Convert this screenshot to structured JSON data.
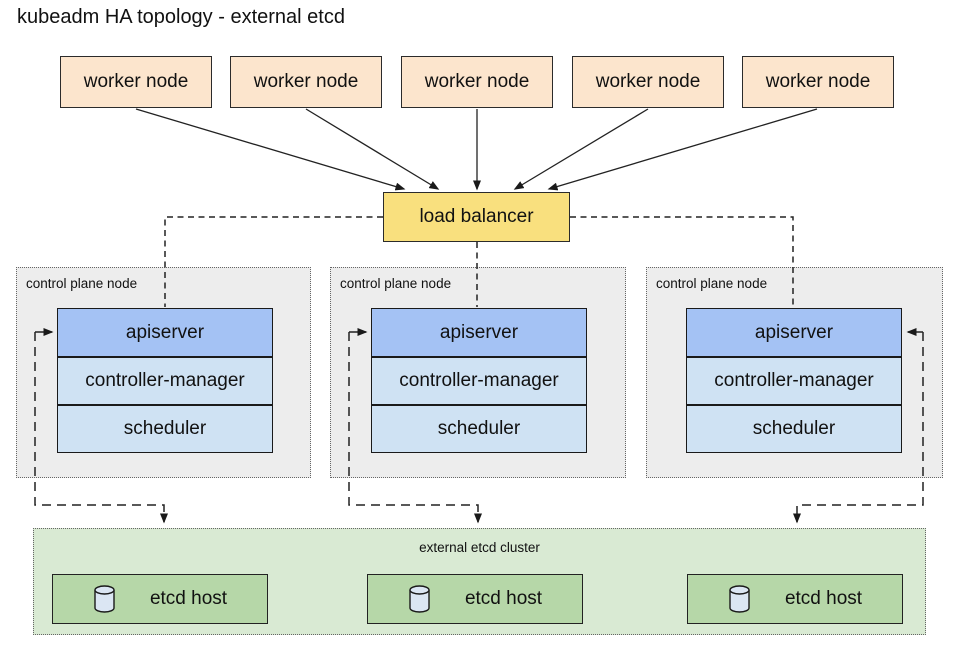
{
  "title": "kubeadm HA topology - external etcd",
  "workers": [
    {
      "label": "worker node"
    },
    {
      "label": "worker node"
    },
    {
      "label": "worker node"
    },
    {
      "label": "worker node"
    },
    {
      "label": "worker node"
    }
  ],
  "load_balancer": {
    "label": "load balancer"
  },
  "control_planes": [
    {
      "label": "control plane node",
      "components": [
        {
          "label": "apiserver"
        },
        {
          "label": "controller-manager"
        },
        {
          "label": "scheduler"
        }
      ]
    },
    {
      "label": "control plane node",
      "components": [
        {
          "label": "apiserver"
        },
        {
          "label": "controller-manager"
        },
        {
          "label": "scheduler"
        }
      ]
    },
    {
      "label": "control plane node",
      "components": [
        {
          "label": "apiserver"
        },
        {
          "label": "controller-manager"
        },
        {
          "label": "scheduler"
        }
      ]
    }
  ],
  "etcd_cluster": {
    "label": "external etcd cluster",
    "hosts": [
      {
        "label": "etcd host",
        "icon": "database-icon"
      },
      {
        "label": "etcd host",
        "icon": "database-icon"
      },
      {
        "label": "etcd host",
        "icon": "database-icon"
      }
    ]
  },
  "colors": {
    "worker_fill": "#fce5cd",
    "load_balancer_fill": "#f9e07e",
    "apiserver_fill": "#a4c2f4",
    "component_fill": "#cfe2f3",
    "control_plane_fill": "#ededed",
    "etcd_cluster_fill": "#d9ead3",
    "etcd_host_fill": "#b6d7a8",
    "cylinder_fill": "#dbe6f3",
    "line_color": "#222222"
  }
}
